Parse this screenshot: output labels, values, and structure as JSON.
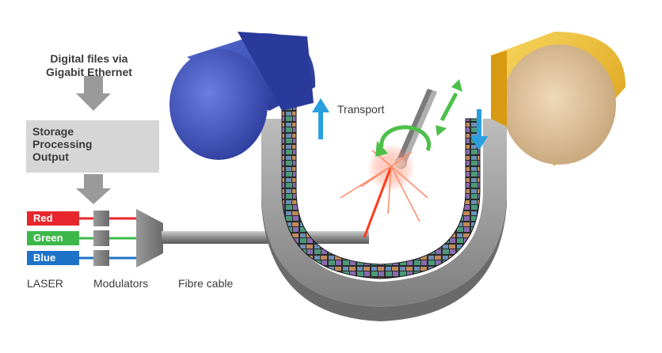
{
  "source": {
    "line1": "Digital files via",
    "line2": "Gigabit Ethernet"
  },
  "processing": {
    "line1": "Storage",
    "line2": "Processing",
    "line3": "Output"
  },
  "lasers": [
    {
      "label": "Red",
      "color": "#e8262d"
    },
    {
      "label": "Green",
      "color": "#3cb84a"
    },
    {
      "label": "Blue",
      "color": "#1e73c8"
    }
  ],
  "labels": {
    "laser": "LASER",
    "modulators": "Modulators",
    "fibre": "Fibre cable",
    "transport": "Transport"
  },
  "colors": {
    "reel_left": "#3a4fb8",
    "reel_right": "#f0c43a",
    "arrow_blue": "#2a9fe0",
    "arrow_green": "#4cc04a",
    "gray_arrow": "#9a9a9a",
    "laser_beam": "#ff4a2a"
  }
}
